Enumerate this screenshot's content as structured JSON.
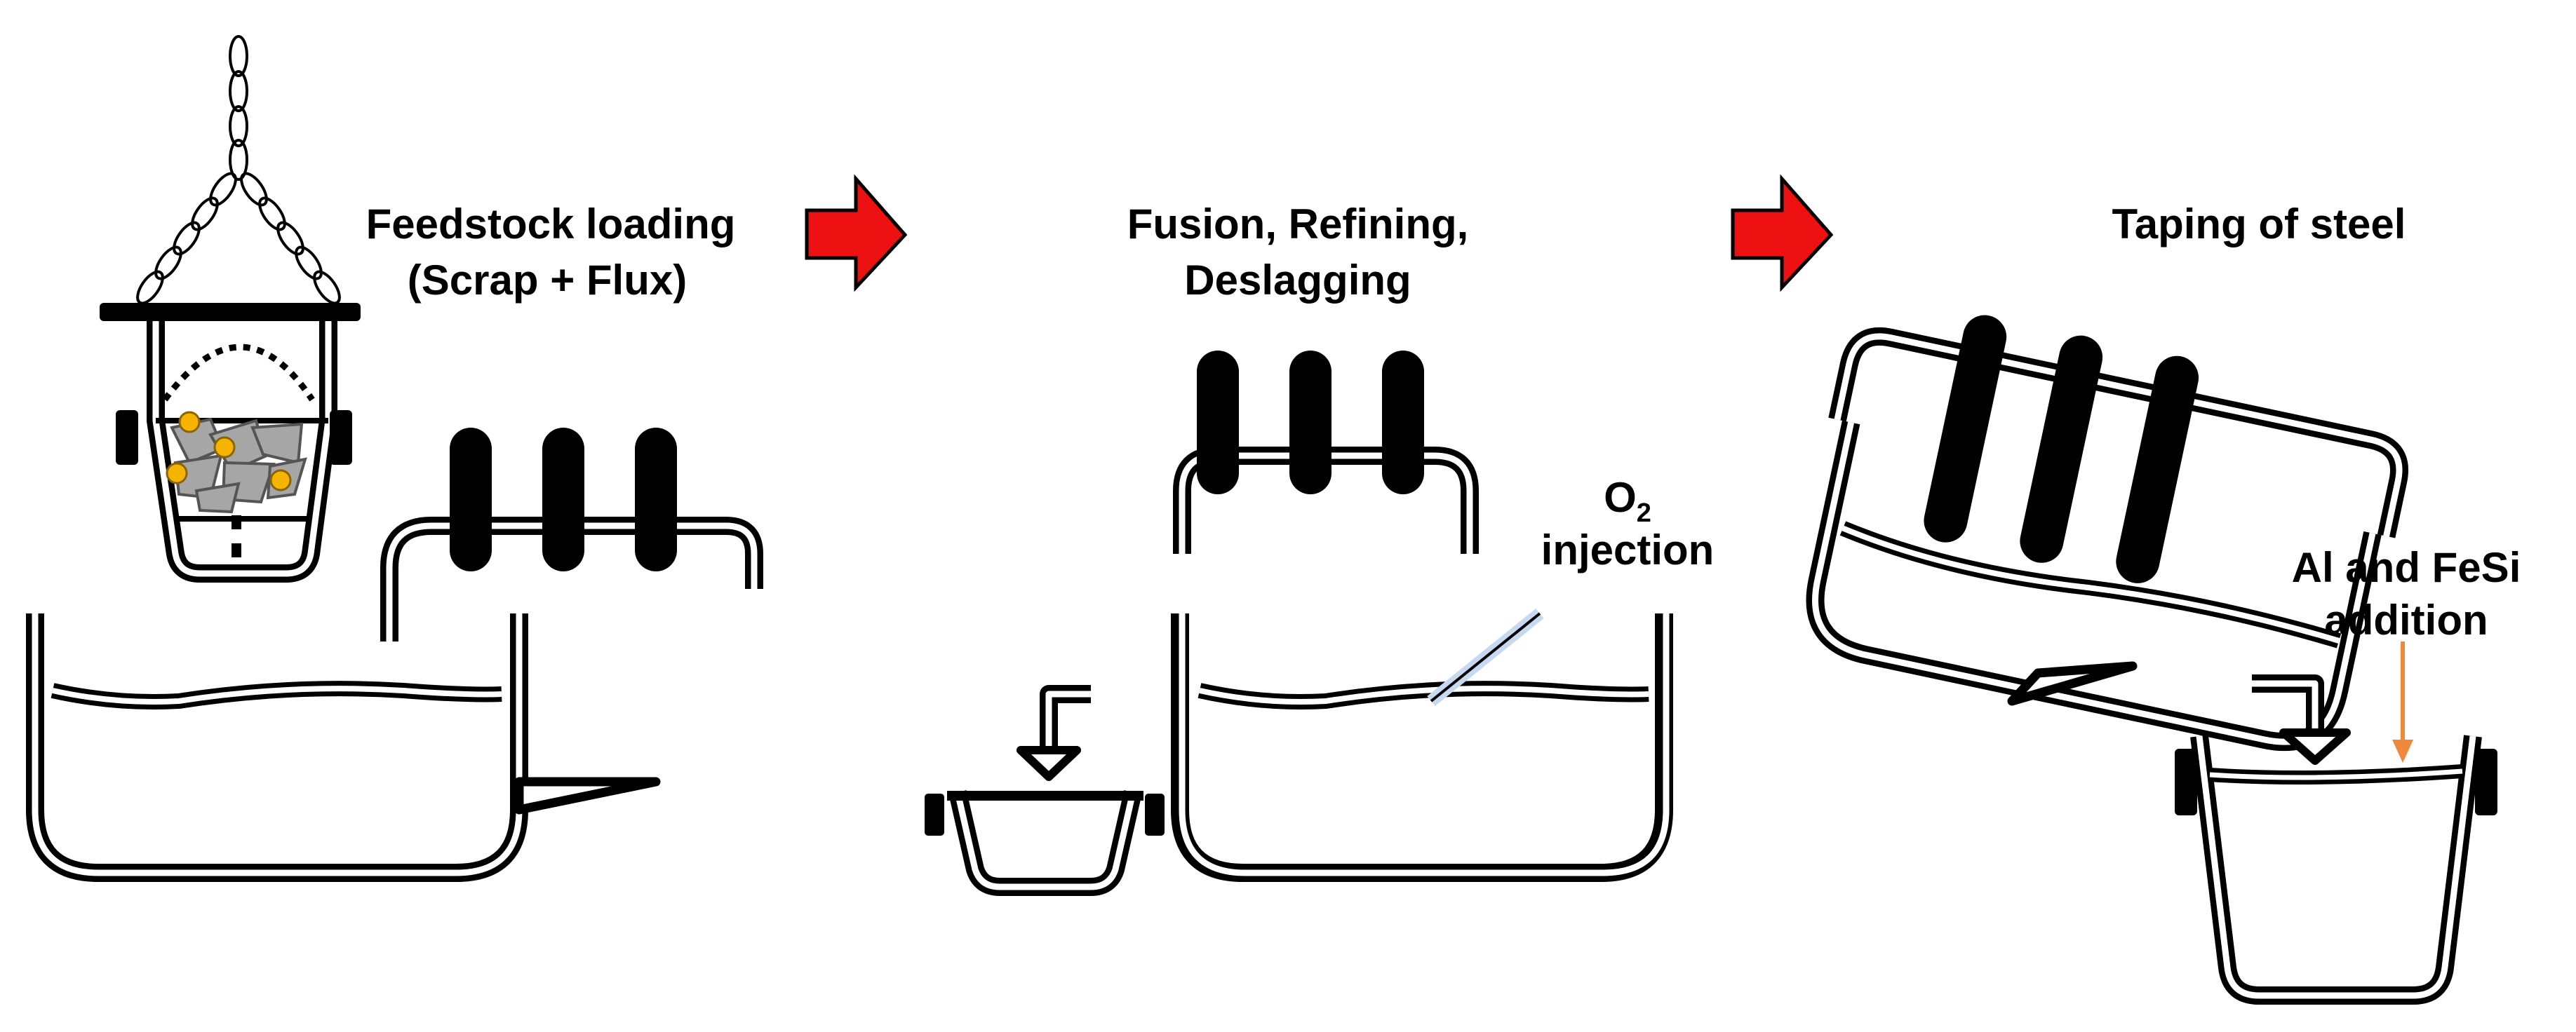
{
  "steps": [
    {
      "line1": "Feedstock loading",
      "line2": "(Scrap + Flux)"
    },
    {
      "line1": "Fusion, Refining,",
      "line2": "Deslagging"
    },
    {
      "line1": "Taping of steel"
    }
  ],
  "annotations": {
    "o2_main": "O",
    "o2_sub": "2",
    "o2_rest": "injection",
    "additive_line1": "Al and FeSi",
    "additive_line2": "addition"
  },
  "colors": {
    "arrow": "#ee1111",
    "lance": "#c6d9f0",
    "flux": "#f5b400",
    "addition_arrow": "#f0883b",
    "scrap": "#a6a6a6"
  }
}
